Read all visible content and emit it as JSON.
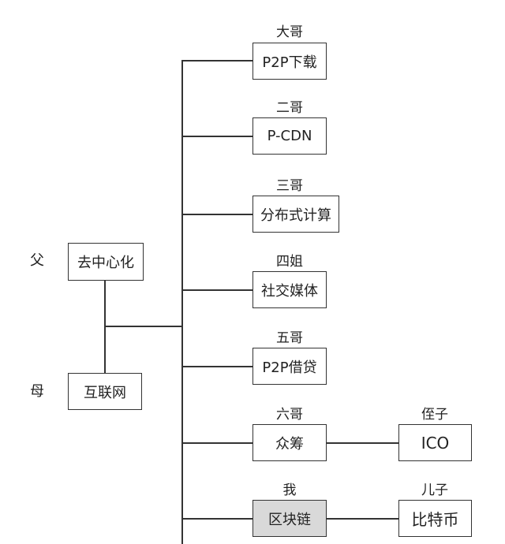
{
  "parents": {
    "father": {
      "label": "父",
      "node": "去中心化"
    },
    "mother": {
      "label": "母",
      "node": "互联网"
    }
  },
  "children": [
    {
      "relation": "大哥",
      "node": "P2P下载"
    },
    {
      "relation": "二哥",
      "node": "P-CDN"
    },
    {
      "relation": "三哥",
      "node": "分布式计算"
    },
    {
      "relation": "四姐",
      "node": "社交媒体"
    },
    {
      "relation": "五哥",
      "node": "P2P借贷"
    },
    {
      "relation": "六哥",
      "node": "众筹",
      "offspring": {
        "relation": "侄子",
        "node": "ICO"
      }
    },
    {
      "relation": "我",
      "node": "区块链",
      "highlighted": true,
      "offspring": {
        "relation": "儿子",
        "node": "比特币"
      }
    }
  ]
}
